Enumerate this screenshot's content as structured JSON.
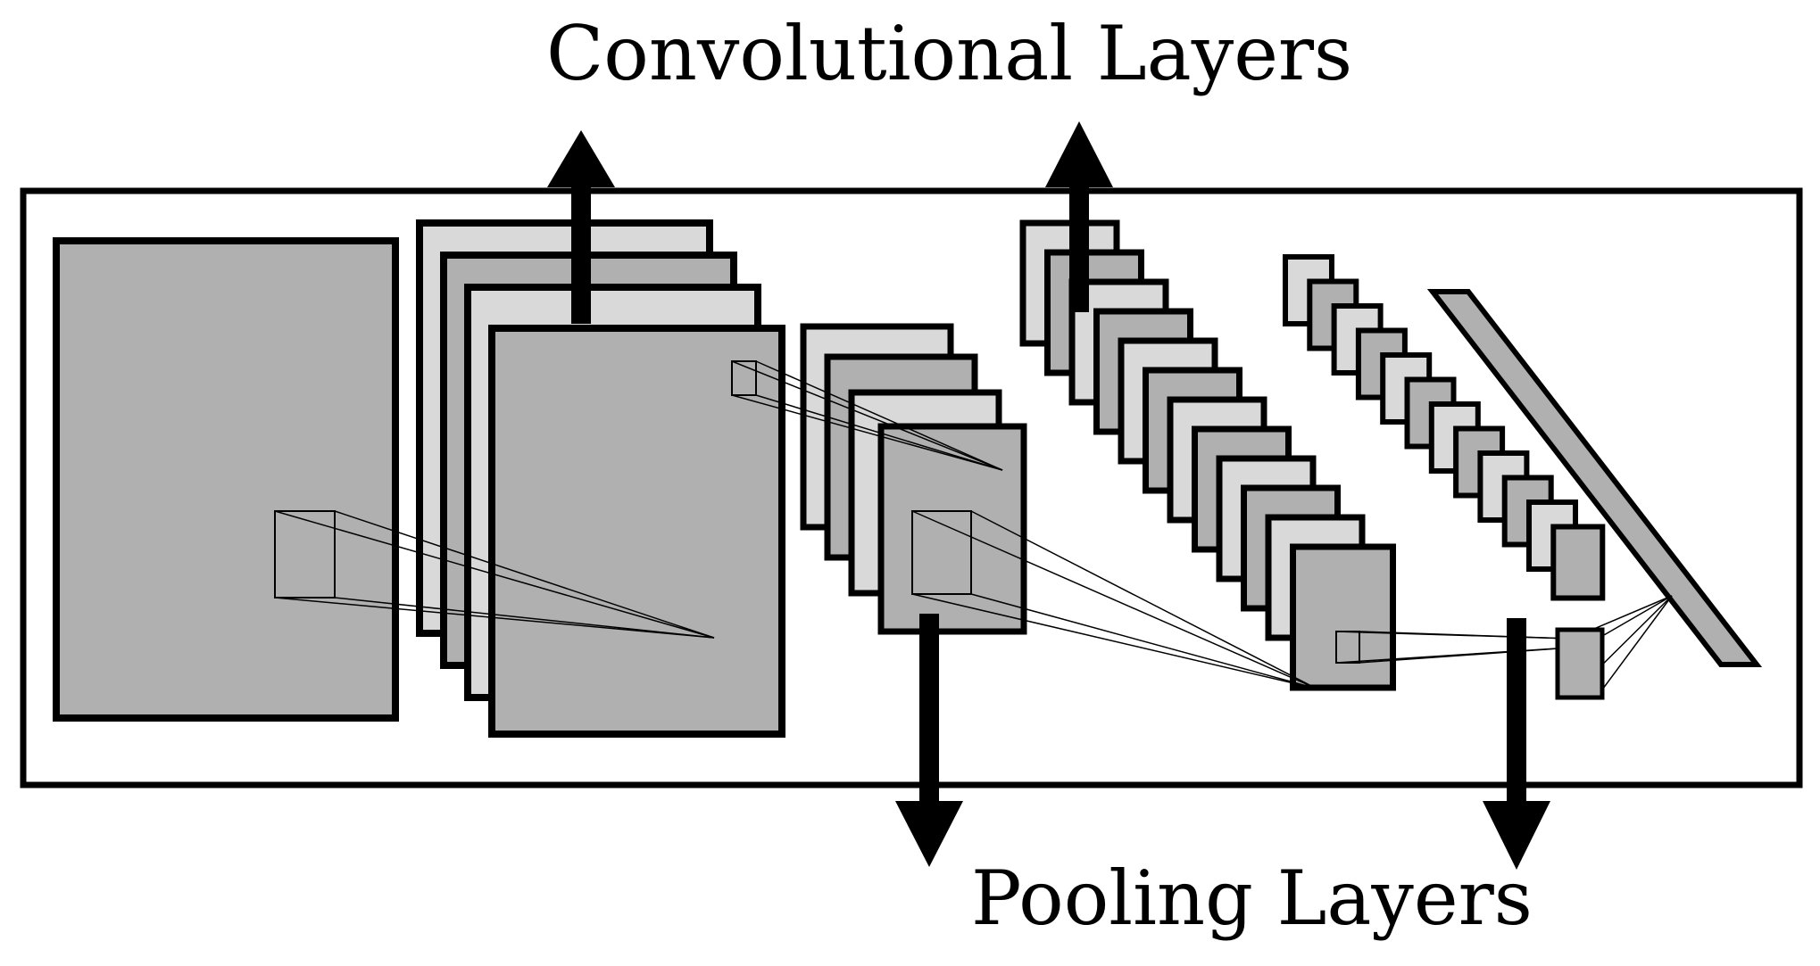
{
  "labels": {
    "convolutional": "Convolutional Layers",
    "pooling": "Pooling Layers"
  },
  "colors": {
    "light_map": "#d9d9d9",
    "dark_map": "#b0b0b0",
    "stroke": "#000000",
    "background": "#ffffff"
  },
  "stages": [
    {
      "name": "input-image",
      "maps": 1
    },
    {
      "name": "conv-layer-1",
      "maps": 4
    },
    {
      "name": "pool-layer-1",
      "maps": 4
    },
    {
      "name": "conv-layer-2",
      "maps": 12
    },
    {
      "name": "pool-layer-2",
      "maps": 12
    },
    {
      "name": "fully-connected-layer",
      "maps": 1
    }
  ]
}
